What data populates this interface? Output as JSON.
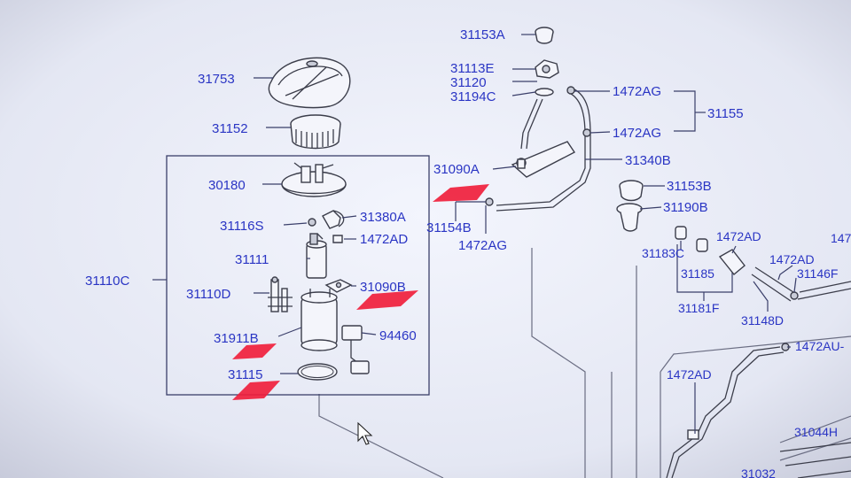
{
  "diagram": {
    "labels": {
      "p31753": "31753",
      "p31152": "31152",
      "p30180": "30180",
      "p31116S": "31116S",
      "p31380A": "31380A",
      "p1472AD_a": "1472AD",
      "p31111": "31111",
      "p31110C": "31110C",
      "p31110D": "31110D",
      "p31090B": "31090B",
      "p31911B": "31911B",
      "p94460": "94460",
      "p31115": "31115",
      "p31153A": "31153A",
      "p31113E": "31113E",
      "p31120": "31120",
      "p31194C": "31194C",
      "p1472AG_a": "1472AG",
      "p31155": "31155",
      "p1472AG_b": "1472AG",
      "p31090A": "31090A",
      "p31340B": "31340B",
      "p31154B": "31154B",
      "p1472AG_c": "1472AG",
      "p31153B": "31153B",
      "p31190B": "31190B",
      "p31183C": "31183C",
      "p1472AD_b": "1472AD",
      "p147": "147",
      "p31185": "31185",
      "p1472AD_c": "1472AD",
      "p31146F": "31146F",
      "p31181F": "31181F",
      "p31148D": "31148D",
      "p1472AU": "1472AU-",
      "p1472AD_d": "1472AD",
      "p31044H": "31044H",
      "p31032": "31032"
    },
    "colors": {
      "label": "#2a35c4",
      "highlight": "#f0203c",
      "line": "#3a3f6a",
      "background": "#e9ecf6"
    },
    "icons": {
      "cursor": "mouse-pointer-icon"
    }
  }
}
